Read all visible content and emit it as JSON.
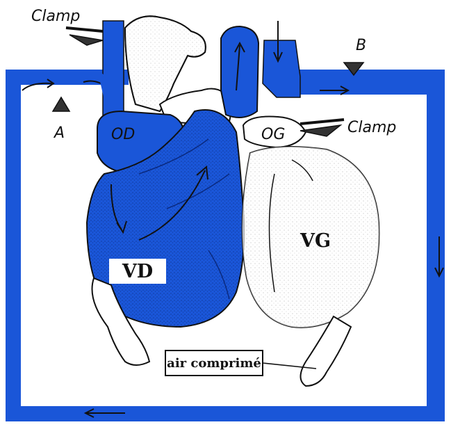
{
  "labels": {
    "clamp_left": "Clamp",
    "clamp_right": "Clamp",
    "a": "A",
    "b": "B",
    "od": "OD",
    "og": "OG",
    "vd": "VD",
    "vg": "VG",
    "air": "air comprimé"
  },
  "colors": {
    "blue": "#1a56d8",
    "ink": "#111111",
    "background": "#ffffff"
  }
}
